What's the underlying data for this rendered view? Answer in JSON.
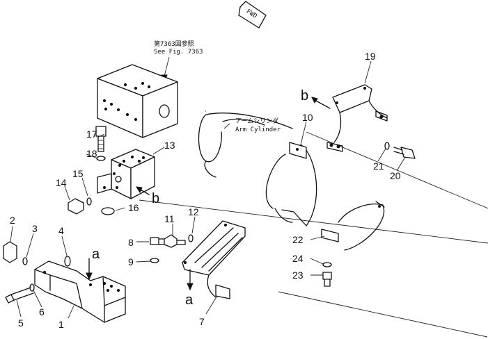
{
  "notes": {
    "fwd": "FWD",
    "ref_jp": "第7363図参照",
    "ref_en": "See Fig. 7363",
    "arm_jp": "アームシリンダ",
    "arm_en": "Arm Cylinder"
  },
  "view_letters": {
    "a": "a",
    "b": "b"
  },
  "callouts": {
    "c1": "1",
    "c2": "2",
    "c3": "3",
    "c4": "4",
    "c5": "5",
    "c6": "6",
    "c7": "7",
    "c8": "8",
    "c9": "9",
    "c10": "10",
    "c11": "11",
    "c12": "12",
    "c13": "13",
    "c14": "14",
    "c15": "15",
    "c16": "16",
    "c17": "17",
    "c18": "18",
    "c19": "19",
    "c20": "20",
    "c21": "21",
    "c22": "22",
    "c23": "23",
    "c24": "24"
  }
}
